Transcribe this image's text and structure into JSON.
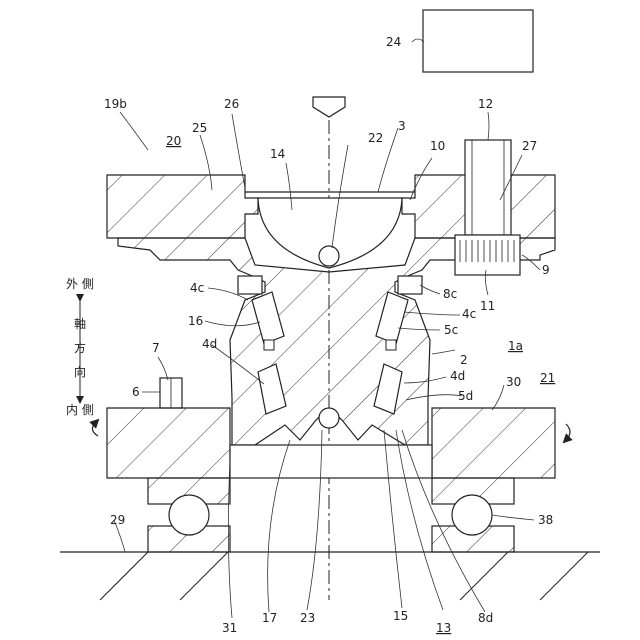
{
  "labels": {
    "n24": "24",
    "n19b": "19b",
    "n26": "26",
    "n12": "12",
    "n20": "20",
    "n25": "25",
    "n22": "22",
    "n3": "3",
    "n14": "14",
    "n10": "10",
    "n27": "27",
    "n9": "9",
    "n11": "11",
    "n4c_left": "4c",
    "n8c": "8c",
    "n4c_right": "4c",
    "n16": "16",
    "n5c": "5c",
    "n1a": "1a",
    "n4d_left": "4d",
    "n7": "7",
    "n2": "2",
    "n4d_right": "4d",
    "n30": "30",
    "n21": "21",
    "n6": "6",
    "n5d": "5d",
    "n29": "29",
    "n38": "38",
    "n31": "31",
    "n17": "17",
    "n23": "23",
    "n15": "15",
    "n13": "13",
    "n8d": "8d"
  },
  "axis": {
    "outer": "外 側",
    "axial_1": "軸",
    "axial_2": "方",
    "axial_3": "向",
    "inner": "内 側"
  }
}
